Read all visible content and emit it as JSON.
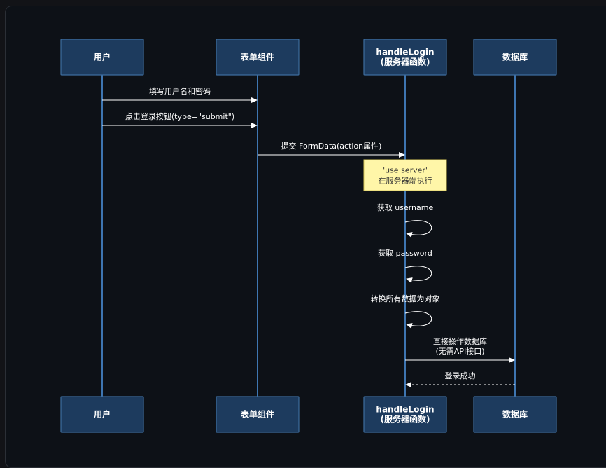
{
  "colors": {
    "background": "#0d1117",
    "actor_fill": "#1d3b5e",
    "actor_border": "#3e6d9e",
    "lifeline": "#4b8fd8",
    "message": "#ffffff",
    "note_fill": "#fff6a8"
  },
  "actors": [
    {
      "id": "user",
      "lines": [
        "用户"
      ]
    },
    {
      "id": "form",
      "lines": [
        "表单组件"
      ]
    },
    {
      "id": "handler",
      "lines": [
        "handleLogin",
        "(服务器函数)"
      ]
    },
    {
      "id": "db",
      "lines": [
        "数据库"
      ]
    }
  ],
  "messages": [
    {
      "from": "user",
      "to": "form",
      "style": "solid",
      "lines": [
        "填写用户名和密码"
      ]
    },
    {
      "from": "user",
      "to": "form",
      "style": "solid",
      "lines": [
        "点击登录按钮(type=\"submit\")"
      ]
    },
    {
      "from": "form",
      "to": "handler",
      "style": "solid",
      "lines": [
        "提交 FormData(action属性)"
      ]
    },
    {
      "from": "handler",
      "to": "handler",
      "style": "self",
      "lines": [
        "获取 username"
      ]
    },
    {
      "from": "handler",
      "to": "handler",
      "style": "self",
      "lines": [
        "获取 password"
      ]
    },
    {
      "from": "handler",
      "to": "handler",
      "style": "self",
      "lines": [
        "转换所有数据为对象"
      ]
    },
    {
      "from": "handler",
      "to": "db",
      "style": "solid",
      "lines": [
        "直接操作数据库",
        "(无需API接口)"
      ]
    },
    {
      "from": "db",
      "to": "handler",
      "style": "dashed",
      "lines": [
        "登录成功"
      ]
    }
  ],
  "note": {
    "over": "handler",
    "lines": [
      "'use server'",
      "在服务器端执行"
    ]
  }
}
